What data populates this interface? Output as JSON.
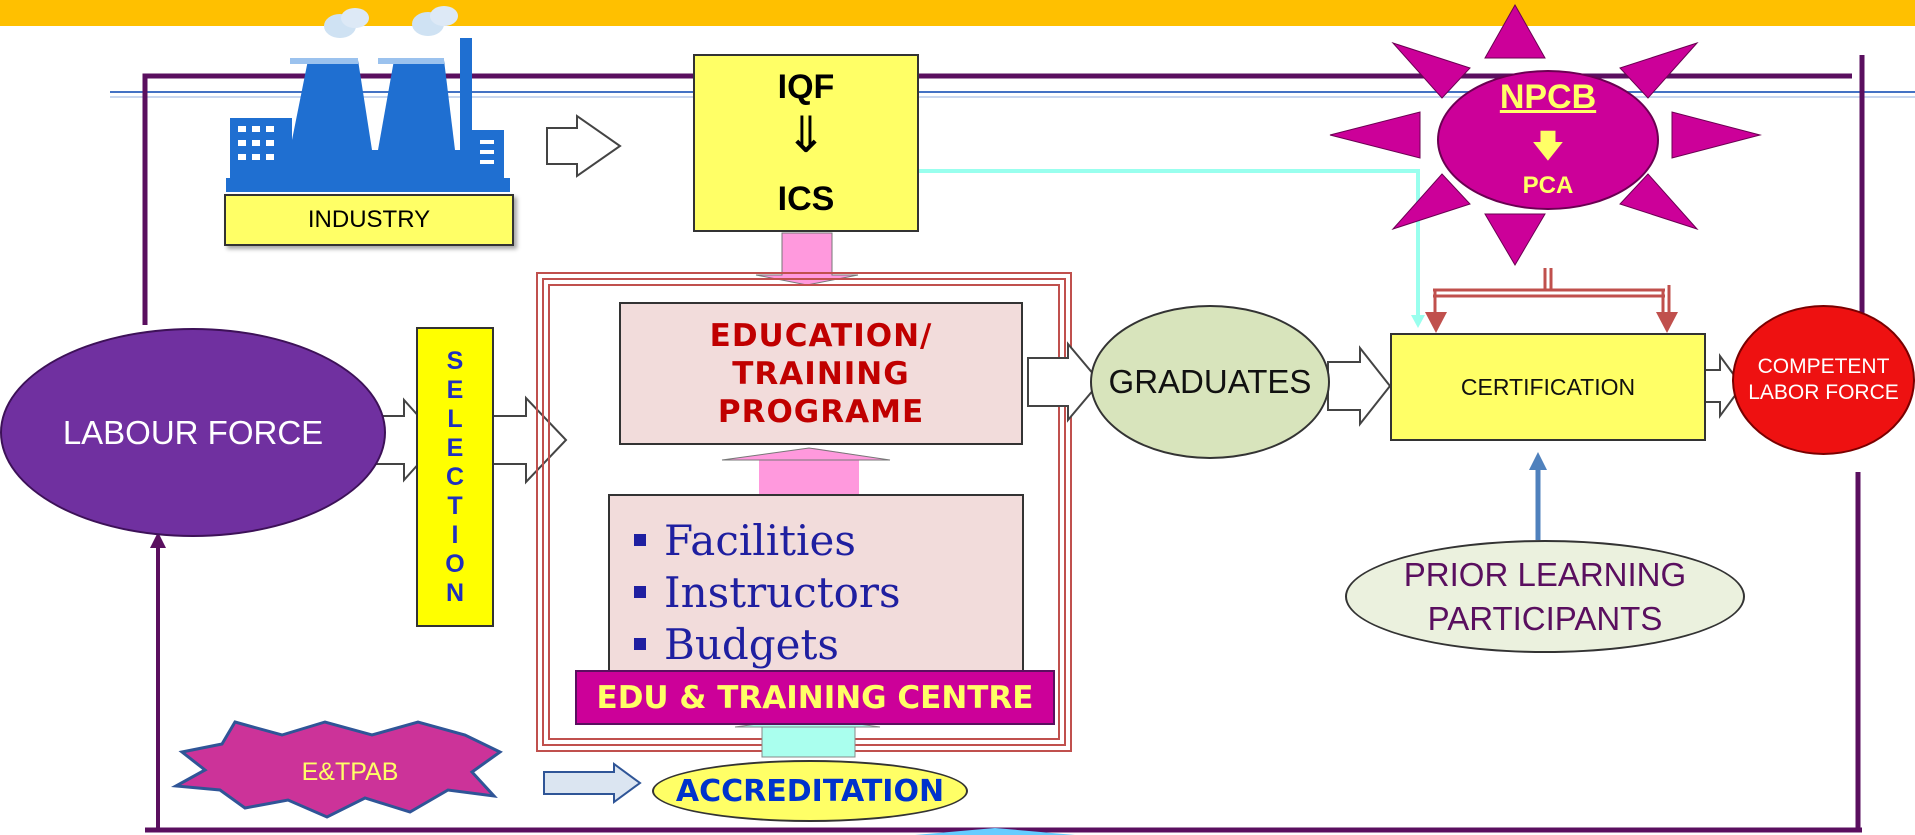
{
  "diagram": {
    "industry": {
      "label": "INDUSTRY",
      "icon": "factory-icon"
    },
    "iqf_ics": {
      "top": "IQF",
      "arrow": "⇓",
      "bottom": "ICS"
    },
    "npcb": {
      "title": "NPCB",
      "arrow": "🡇",
      "subtitle": "PCA"
    },
    "labour_force": {
      "label": "LABOUR FORCE"
    },
    "selection": {
      "letters": [
        "S",
        "E",
        "L",
        "E",
        "C",
        "T",
        "I",
        "O",
        "N"
      ]
    },
    "program": {
      "label_line1": "EDUCATION/",
      "label_line2": "TRAINING",
      "label_line3": "PROGRAME"
    },
    "resources": {
      "items": [
        "Facilities",
        "Instructors",
        "Budgets"
      ]
    },
    "centre": {
      "label": "EDU & TRAINING CENTRE"
    },
    "graduates": {
      "label": "GRADUATES"
    },
    "certification": {
      "label": "CERTIFICATION"
    },
    "competent": {
      "line1": "COMPETENT",
      "line2": "LABOR FORCE"
    },
    "prior_learning": {
      "line1": "PRIOR LEARNING",
      "line2": "PARTICIPANTS"
    },
    "etpab": {
      "label": "E&TPAB"
    },
    "accreditation": {
      "label": "ACCREDITATION"
    },
    "colors": {
      "top_bar": "#ffc000",
      "frame": "#5a0f5f",
      "yellow_box": "#ffff66",
      "pink_box": "#f2dcdb",
      "magenta": "#cc0099",
      "labour": "#7030a0",
      "graduates": "#d8e4bc",
      "competent": "#ee1111",
      "blue_text": "#0033cc"
    }
  }
}
